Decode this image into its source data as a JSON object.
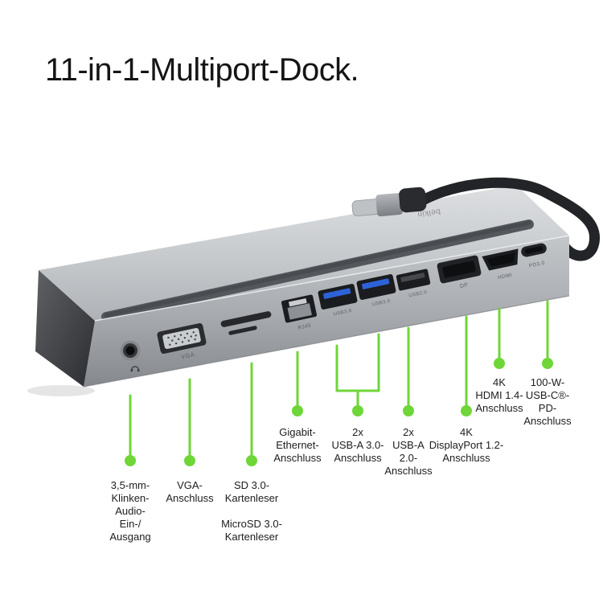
{
  "page": {
    "background_color": "#ffffff",
    "accent_green": "#6FD638",
    "text_color": "#1d1d1f"
  },
  "title": "11-in-1-Multiport-Dock.",
  "device": {
    "kind": "usb-c-multiport-dock",
    "brand_logo": "belkin",
    "port_engravings": [
      "VGA",
      "RJ45",
      "USB3.0",
      "USB3.0",
      "USB2.0",
      "DP",
      "HDMI",
      "PD3.0"
    ],
    "colors": {
      "body_top": "#d4d6d8",
      "body_front": "#b9bcc0",
      "rubber_strip": "#515459",
      "end_cap": "#3a3c40",
      "port_opening": "#1a1c1f",
      "usb3_blue": "#2e63d8",
      "cable": "#232428"
    }
  },
  "callouts": [
    {
      "id": "audio-jack",
      "label": "3,5-mm-\nKlinken-\nAudio-\nEin-/\nAusgang"
    },
    {
      "id": "vga",
      "label": "VGA-\nAnschluss"
    },
    {
      "id": "sd-card",
      "label": "SD 3.0-\nKartenleser\n\nMicroSD 3.0-\nKartenleser"
    },
    {
      "id": "ethernet",
      "label": "Gigabit-\nEthernet-\nAnschluss"
    },
    {
      "id": "usb-a-3-0",
      "label": "2x\nUSB-A 3.0-\nAnschluss"
    },
    {
      "id": "usb-a-2-0",
      "label": "2x\nUSB-A\n2.0-\nAnschluss"
    },
    {
      "id": "displayport",
      "label": "4K\nDisplayPort 1.2-\nAnschluss"
    },
    {
      "id": "hdmi",
      "label": "4K\nHDMI 1.4-\nAnschluss"
    },
    {
      "id": "usb-c-pd",
      "label": "100-W-\nUSB-C®-\nPD-\nAnschluss"
    }
  ]
}
